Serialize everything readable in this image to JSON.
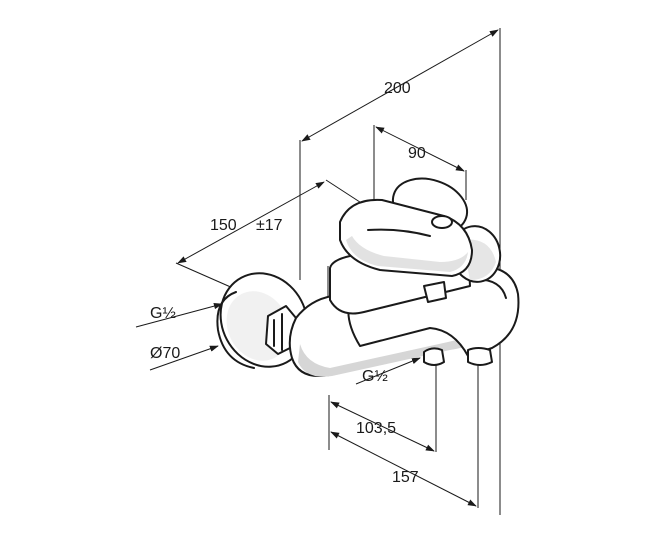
{
  "drawing": {
    "labels": {
      "dim_200": "200",
      "dim_90": "90",
      "dim_150": "150",
      "dim_tol": "±17",
      "thread_left": "G½",
      "dia_70": "Ø70",
      "thread_bottom": "G½",
      "dim_103": "103,5",
      "dim_157": "157"
    },
    "colors": {
      "ink": "#1a1a1a",
      "background": "#ffffff",
      "shade": "#d6d6d6"
    }
  }
}
